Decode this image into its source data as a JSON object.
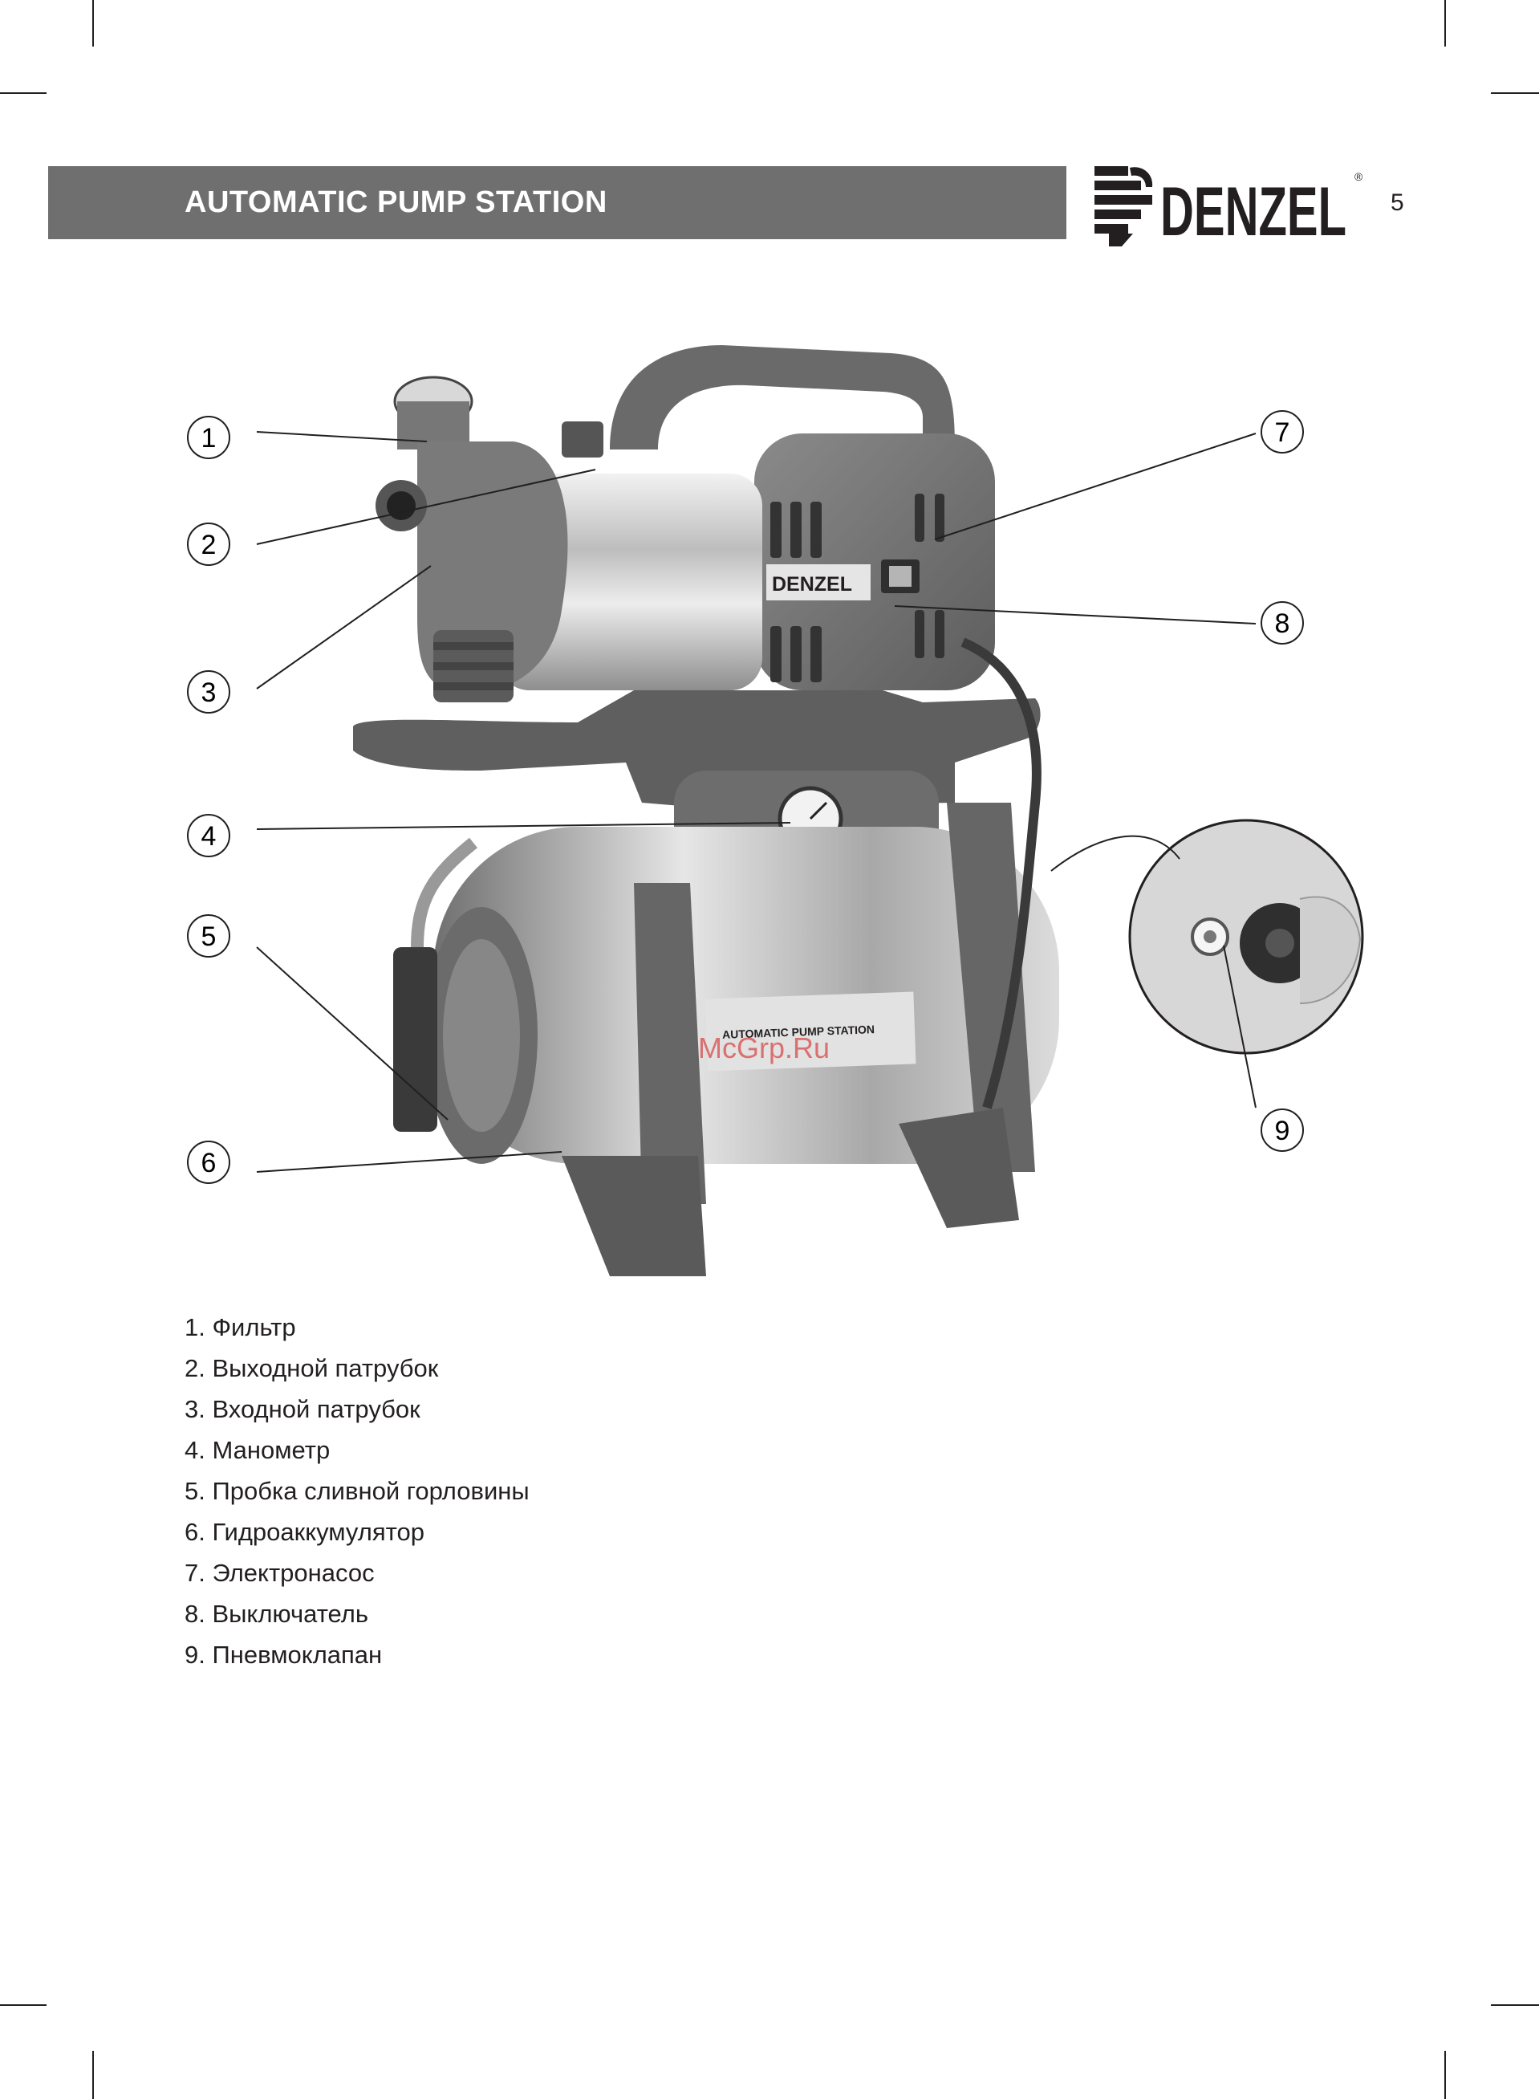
{
  "header": {
    "title": "AUTOMATIC PUMP STATION",
    "page_number": "5",
    "accent_color": "#6f6f6f"
  },
  "logo": {
    "text": "DENZEL",
    "trademark": "®"
  },
  "figure": {
    "callouts": [
      "1",
      "2",
      "3",
      "4",
      "5",
      "6",
      "7",
      "8",
      "9"
    ],
    "product_label_brand": "DENZEL",
    "product_label_title": "AUTOMATIC PUMP STATION",
    "watermark": "McGrp.Ru"
  },
  "parts": [
    "1. Фильтр",
    "2. Выходной патрубок",
    "3. Входной патрубок",
    "4. Манометр",
    "5. Пробка сливной горловины",
    "6. Гидроаккумулятор",
    "7. Электронасос",
    "8. Выключатель",
    "9. Пневмоклапан"
  ]
}
